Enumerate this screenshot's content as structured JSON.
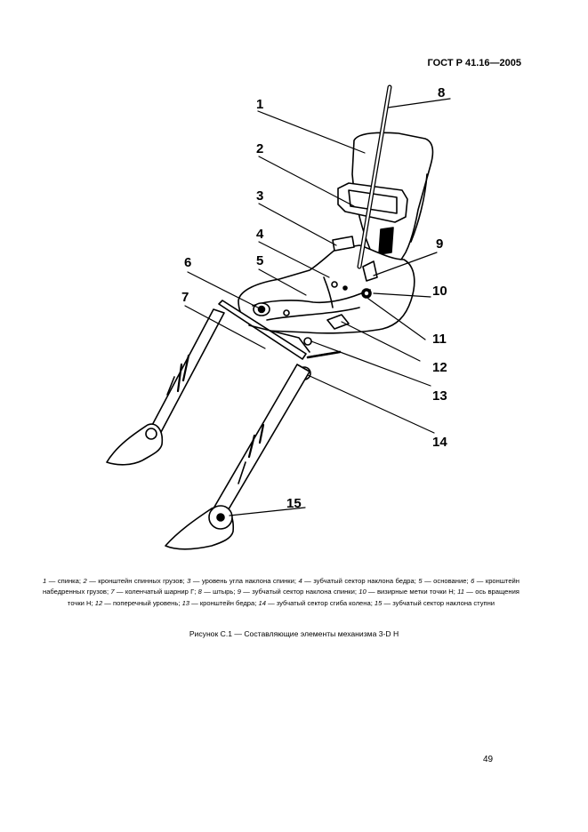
{
  "header": {
    "standard": "ГОСТ Р 41.16—2005"
  },
  "figure": {
    "callouts": [
      "1",
      "2",
      "3",
      "4",
      "5",
      "6",
      "7",
      "8",
      "9",
      "10",
      "11",
      "12",
      "13",
      "14",
      "15"
    ]
  },
  "legend": {
    "items": [
      {
        "num": "1",
        "text": "спинка"
      },
      {
        "num": "2",
        "text": "кронштейн спинных грузов"
      },
      {
        "num": "3",
        "text": "уровень угла наклона спинки"
      },
      {
        "num": "4",
        "text": "зубчатый сектор наклона бедра"
      },
      {
        "num": "5",
        "text": "основание"
      },
      {
        "num": "6",
        "text": "кронштейн набедренных грузов"
      },
      {
        "num": "7",
        "text": "коленчатый шарнир Г"
      },
      {
        "num": "8",
        "text": "штырь"
      },
      {
        "num": "9",
        "text": "зубчатый сектор наклона спинки"
      },
      {
        "num": "10",
        "text": "визирные метки точки Н"
      },
      {
        "num": "11",
        "text": "ось вращения точки Н"
      },
      {
        "num": "12",
        "text": "поперечный уровень"
      },
      {
        "num": "13",
        "text": "кронштейн бедра"
      },
      {
        "num": "14",
        "text": "зубчатый сектор сгиба колена"
      },
      {
        "num": "15",
        "text": "зубчатый сектор наклона ступни"
      }
    ]
  },
  "caption": "Рисунок С.1 — Составляющие элементы механизма 3-D H",
  "page_number": "49"
}
